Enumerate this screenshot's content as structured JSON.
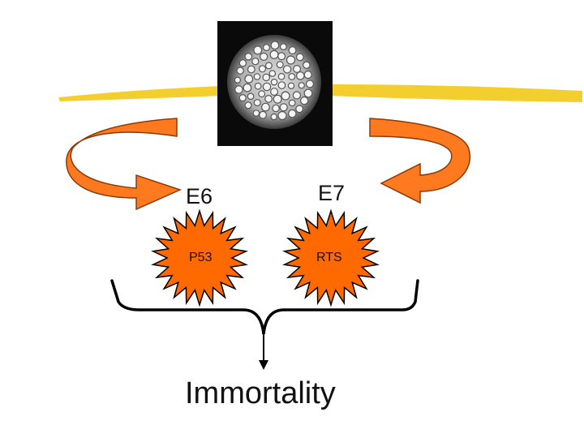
{
  "labels": {
    "e6": "E6",
    "e7": "E7",
    "p53": "P53",
    "rts": "RTS",
    "outcome": "Immortality"
  },
  "colors": {
    "highlight_bar": "#f2cf2e",
    "arrow_fill": "#ff7a1e",
    "arrow_outline": "#8a3a08",
    "burst_fill": "#ff6a00",
    "burst_outline": "#000000",
    "brace": "#000000",
    "virus_background": "#0a0a0a"
  },
  "icons": {
    "virus": "virus-particle-image",
    "left_arrow": "curved-arrow-right-icon",
    "right_arrow": "curved-arrow-left-icon",
    "burst": "starburst-icon"
  }
}
